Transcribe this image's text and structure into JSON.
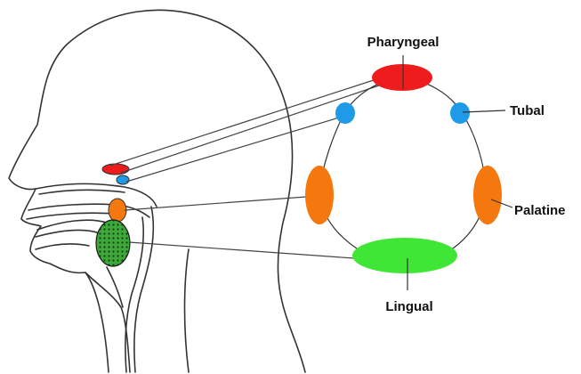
{
  "labels": {
    "pharyngeal": "Pharyngeal",
    "tubal": "Tubal",
    "palatine": "Palatine",
    "lingual": "Lingual"
  },
  "colors": {
    "pharyngeal": "#ee1c1c",
    "tubal": "#1f9ae8",
    "palatine": "#f5780e",
    "lingual": "#3fe635",
    "outline": "#333333"
  }
}
